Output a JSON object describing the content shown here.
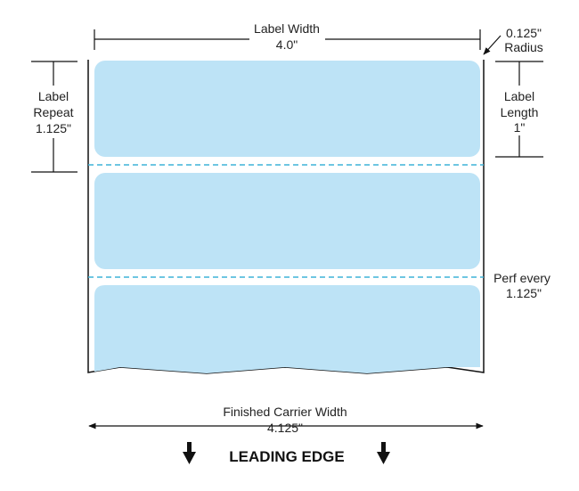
{
  "diagram": {
    "label_width": {
      "title": "Label Width",
      "value": "4.0\""
    },
    "radius": {
      "value": "0.125\"",
      "title": "Radius"
    },
    "label_repeat": {
      "line1": "Label",
      "line2": "Repeat",
      "value": "1.125\""
    },
    "label_length": {
      "line1": "Label",
      "line2": "Length",
      "value": "1\""
    },
    "perf": {
      "title": "Perf every",
      "value": "1.125\""
    },
    "carrier_width": {
      "title": "Finished Carrier Width",
      "value": "4.125\""
    },
    "leading_edge": "LEADING EDGE"
  },
  "colors": {
    "label_fill": "#bde3f6",
    "perf_line": "#3fb3d8",
    "outline": "#111111"
  }
}
